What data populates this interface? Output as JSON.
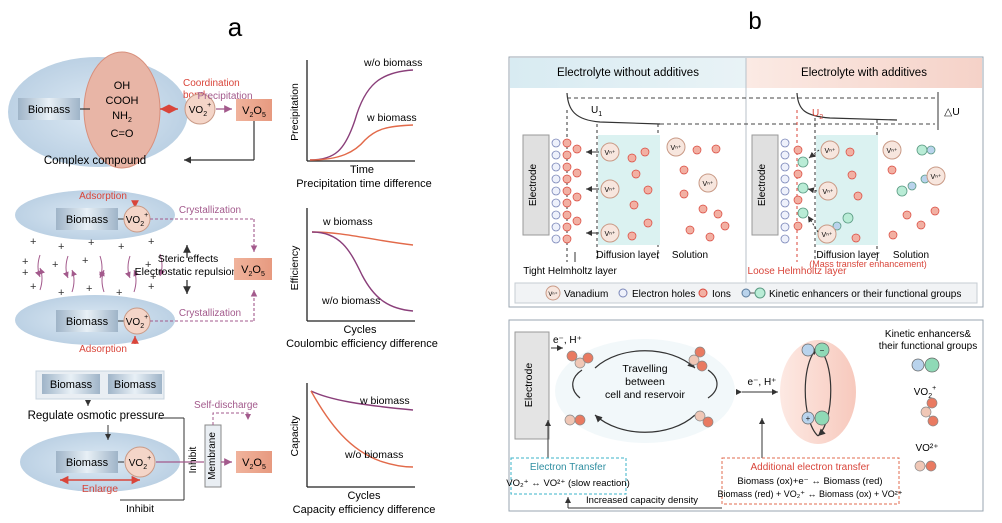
{
  "panel_a": {
    "letter": "a",
    "row1": {
      "biomass": "Biomass",
      "groups": [
        "OH",
        "COOH",
        "NH",
        "C=O"
      ],
      "nh_sub": "2",
      "coordination": [
        "Coordination",
        "bond"
      ],
      "vo2": "VO",
      "vo2_sub": "2",
      "vo2_sup": "+",
      "precipitation": "Precipitation",
      "v2o5_v": "V",
      "v2o5_2": "2",
      "v2o5_o": "O",
      "v2o5_5": "5",
      "complex": "Complex compound"
    },
    "row2": {
      "biomass_top": "Biomass",
      "biomass_bottom": "Biomass",
      "adsorption_top": "Adsorption",
      "adsorption_bottom": "Adsorption",
      "crystallization_top": "Crystallization",
      "crystallization_bottom": "Crystallization",
      "steric": "Steric effects",
      "electrostatic": "Electrostatic repulsion"
    },
    "row3": {
      "biomass_1": "Biomass",
      "biomass_2": "Biomass",
      "regulate": "Regulate osmotic pressure",
      "inhibit_v": "Inhibit",
      "inhibit_bottom": "Inhibit",
      "self_discharge": "Self-discharge",
      "membrane": "Membrane",
      "biomass_3": "Biomass",
      "enlarge": "Enlarge"
    },
    "chart1": {
      "ylabel": "Precipitation",
      "xlabel": "Time",
      "caption": "Precipitation time difference",
      "s1": "w/o biomass",
      "s2": "w biomass"
    },
    "chart2": {
      "ylabel": "Efficiency",
      "xlabel": "Cycles",
      "caption": "Coulombic efficiency difference",
      "s1": "w biomass",
      "s2": "w/o biomass"
    },
    "chart3": {
      "ylabel": "Capacity",
      "xlabel": "Cycles",
      "caption": "Capacity efficiency difference",
      "s1": "w biomass",
      "s2": "w/o biomass"
    }
  },
  "panel_b": {
    "letter": "b",
    "top": {
      "header_left": "Electrolyte without additives",
      "header_right": "Electrolyte with additives",
      "u1": "U",
      "u1_sub": "1",
      "u2": "U",
      "u2_sub": "2",
      "delta_u": "△U",
      "electrode": "Electrode",
      "diffusion": "Diffusion layer",
      "solution": "Solution",
      "tight": "Tight Helmholtz layer",
      "loose": "Loose Helmholtz layer",
      "mass": "(Mass transfer enhancement)",
      "vn": "Vⁿ⁺",
      "ion_sign": "−"
    },
    "legend": {
      "vanadium": "Vanadium",
      "holes": "Electron holes",
      "ions": "Ions",
      "kinetic": "Kinetic enhancers or their functional groups",
      "vn": "Vⁿ⁺"
    },
    "bottom": {
      "electrode": "Electrode",
      "eh_left": "e⁻, H⁺",
      "eh_mid": "e⁻, H⁺",
      "travel": [
        "Travelling",
        "between",
        "cell and reservoir"
      ],
      "kinetic_title": [
        "Kinetic enhancers&",
        "their functional groups"
      ],
      "vo2_label": "VO",
      "vo2_sub": "2",
      "vo2_sup": "+",
      "vo2p": "VO²⁺",
      "electron_transfer": "Electron Transfer",
      "slow_reaction": "VO₂⁺ ↔ VO²⁺ (slow reaction)",
      "additional": "Additional electron transfer",
      "eq1": "Biomass (ox)+e⁻ ↔ Biomass (red)",
      "eq2": "Biomass (red) + VO₂⁺ ↔ Biomass (ox) + VO²⁺",
      "increased": "Increased capacity density"
    }
  }
}
